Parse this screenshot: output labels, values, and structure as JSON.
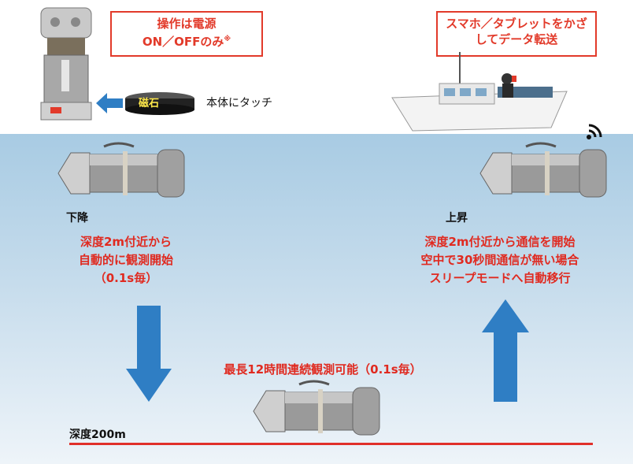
{
  "callout_left": {
    "line1": "操作は電源",
    "line2": "ON／OFFのみ",
    "sup": "※"
  },
  "callout_right": {
    "line1": "スマホ／タブレットをかざ",
    "line2": "してデータ転送"
  },
  "magnet_label": "磁石",
  "touch_label": "本体にタッチ",
  "descend": {
    "title": "下降",
    "line1": "深度2m付近から",
    "line2": "自動的に観測開始",
    "line3": "（0.1s毎）"
  },
  "ascend": {
    "title": "上昇",
    "line1": "深度2m付近から通信を開始",
    "line2": "空中で30秒間通信が無い場合",
    "line3": "スリープモードへ自動移行"
  },
  "bottom_text": "最長12時間連続観測可能（0.1s毎）",
  "depth_label": "深度200m",
  "colors": {
    "accent_red": "#e02a20",
    "arrow_blue": "#2f7ec4",
    "sea_top": "#a8cbe3"
  }
}
